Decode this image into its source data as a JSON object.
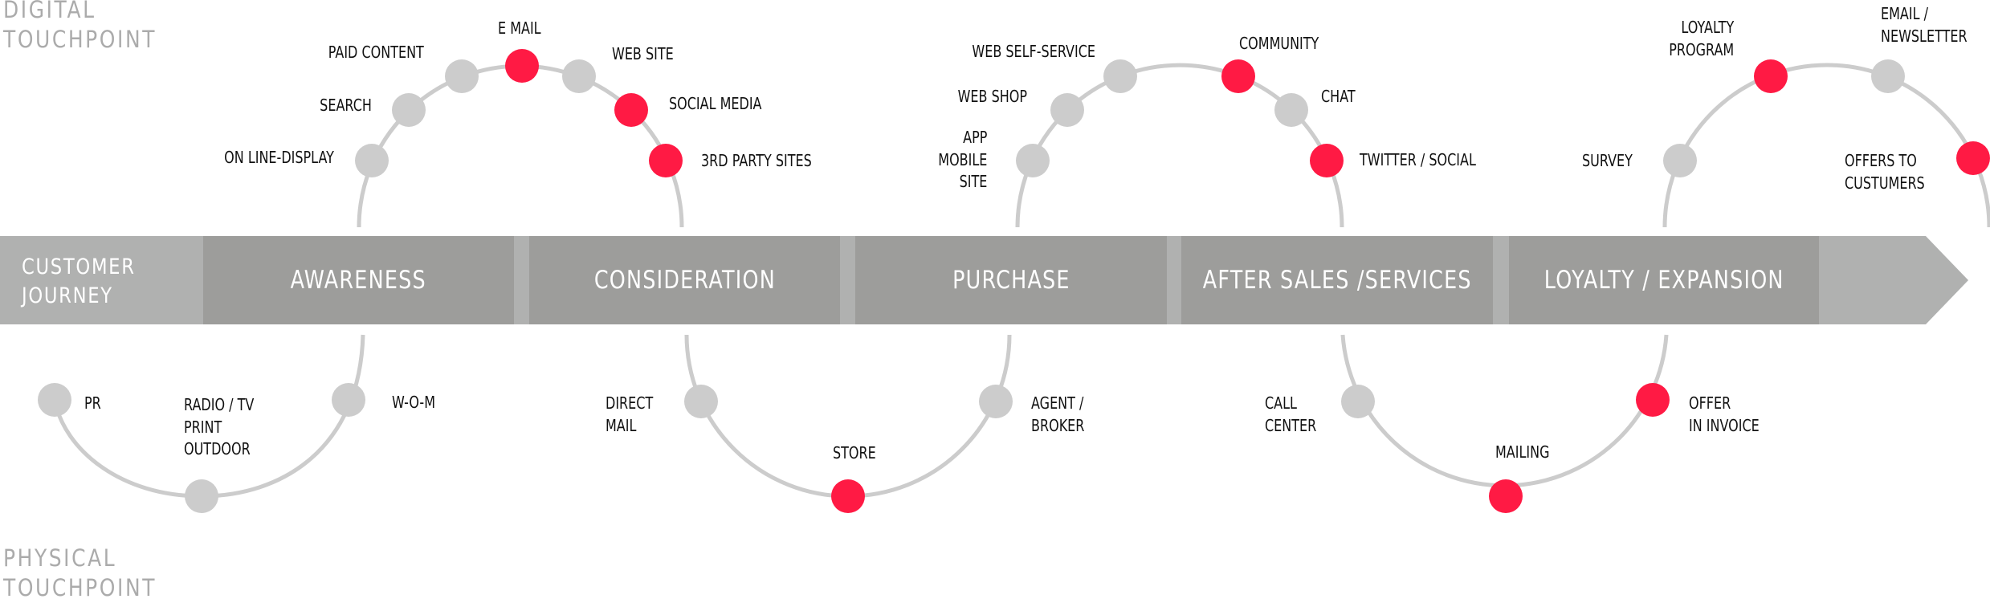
{
  "colors": {
    "band_light": "#b0b1b0",
    "stage_box": "#9d9d9b",
    "arc_line": "#cccccc",
    "dot_inactive": "#cccccc",
    "dot_highlight": "#ff1a44",
    "section_title": "#ababab",
    "label_text": "#111111"
  },
  "digital_title": {
    "line1": "DIGITAL",
    "line2": "TOUCHPOINT"
  },
  "physical_title": {
    "line1": "PHYSICAL",
    "line2": "TOUCHPOINT"
  },
  "journey_label": {
    "line1": "CUSTOMER",
    "line2": "JOURNEY"
  },
  "stages": [
    {
      "label": "AWARENESS"
    },
    {
      "label": "CONSIDERATION"
    },
    {
      "label": "PURCHASE"
    },
    {
      "label": "AFTER SALES /SERVICES"
    },
    {
      "label": "LOYALTY / EXPANSION"
    }
  ],
  "digital_touchpoints": [
    {
      "stage": "AWARENESS",
      "label": [
        "ON LINE-DISPLAY"
      ],
      "highlight": false
    },
    {
      "stage": "AWARENESS",
      "label": [
        "SEARCH"
      ],
      "highlight": false
    },
    {
      "stage": "AWARENESS",
      "label": [
        "PAID CONTENT"
      ],
      "highlight": false
    },
    {
      "stage": "AWARENESS",
      "label": [
        "E MAIL"
      ],
      "highlight": true
    },
    {
      "stage": "AWARENESS",
      "label": [
        "WEB SITE"
      ],
      "highlight": false
    },
    {
      "stage": "CONSIDERATION",
      "label": [
        "SOCIAL MEDIA"
      ],
      "highlight": true
    },
    {
      "stage": "CONSIDERATION",
      "label": [
        "3RD PARTY SITES"
      ],
      "highlight": true
    },
    {
      "stage": "PURCHASE",
      "label": [
        "APP",
        "MOBILE",
        "SITE"
      ],
      "highlight": false
    },
    {
      "stage": "PURCHASE",
      "label": [
        "WEB SHOP"
      ],
      "highlight": false
    },
    {
      "stage": "PURCHASE",
      "label": [
        "WEB SELF-SERVICE"
      ],
      "highlight": false
    },
    {
      "stage": "AFTER SALES /SERVICES",
      "label": [
        "COMMUNITY"
      ],
      "highlight": true
    },
    {
      "stage": "AFTER SALES /SERVICES",
      "label": [
        "CHAT"
      ],
      "highlight": false
    },
    {
      "stage": "AFTER SALES /SERVICES",
      "label": [
        "TWITTER / SOCIAL"
      ],
      "highlight": true
    },
    {
      "stage": "LOYALTY / EXPANSION",
      "label": [
        "SURVEY"
      ],
      "highlight": false
    },
    {
      "stage": "LOYALTY / EXPANSION",
      "label": [
        "LOYALTY",
        "PROGRAM"
      ],
      "highlight": true
    },
    {
      "stage": "LOYALTY / EXPANSION",
      "label": [
        "EMAIL /",
        "NEWSLETTER"
      ],
      "highlight": false
    },
    {
      "stage": "LOYALTY / EXPANSION",
      "label": [
        "OFFERS TO",
        "CUSTUMERS"
      ],
      "highlight": true
    }
  ],
  "physical_touchpoints": [
    {
      "label": [
        "PR"
      ],
      "highlight": false
    },
    {
      "label": [
        "RADIO / TV",
        "PRINT",
        "OUTDOOR"
      ],
      "highlight": false
    },
    {
      "label": [
        "W-O-M"
      ],
      "highlight": false
    },
    {
      "label": [
        "DIRECT",
        "MAIL"
      ],
      "highlight": false
    },
    {
      "label": [
        "STORE"
      ],
      "highlight": true
    },
    {
      "label": [
        "AGENT /",
        "BROKER"
      ],
      "highlight": false
    },
    {
      "label": [
        "CALL",
        "CENTER"
      ],
      "highlight": false
    },
    {
      "label": [
        "MAILING"
      ],
      "highlight": true
    },
    {
      "label": [
        "OFFER",
        "IN INVOICE"
      ],
      "highlight": true
    }
  ]
}
